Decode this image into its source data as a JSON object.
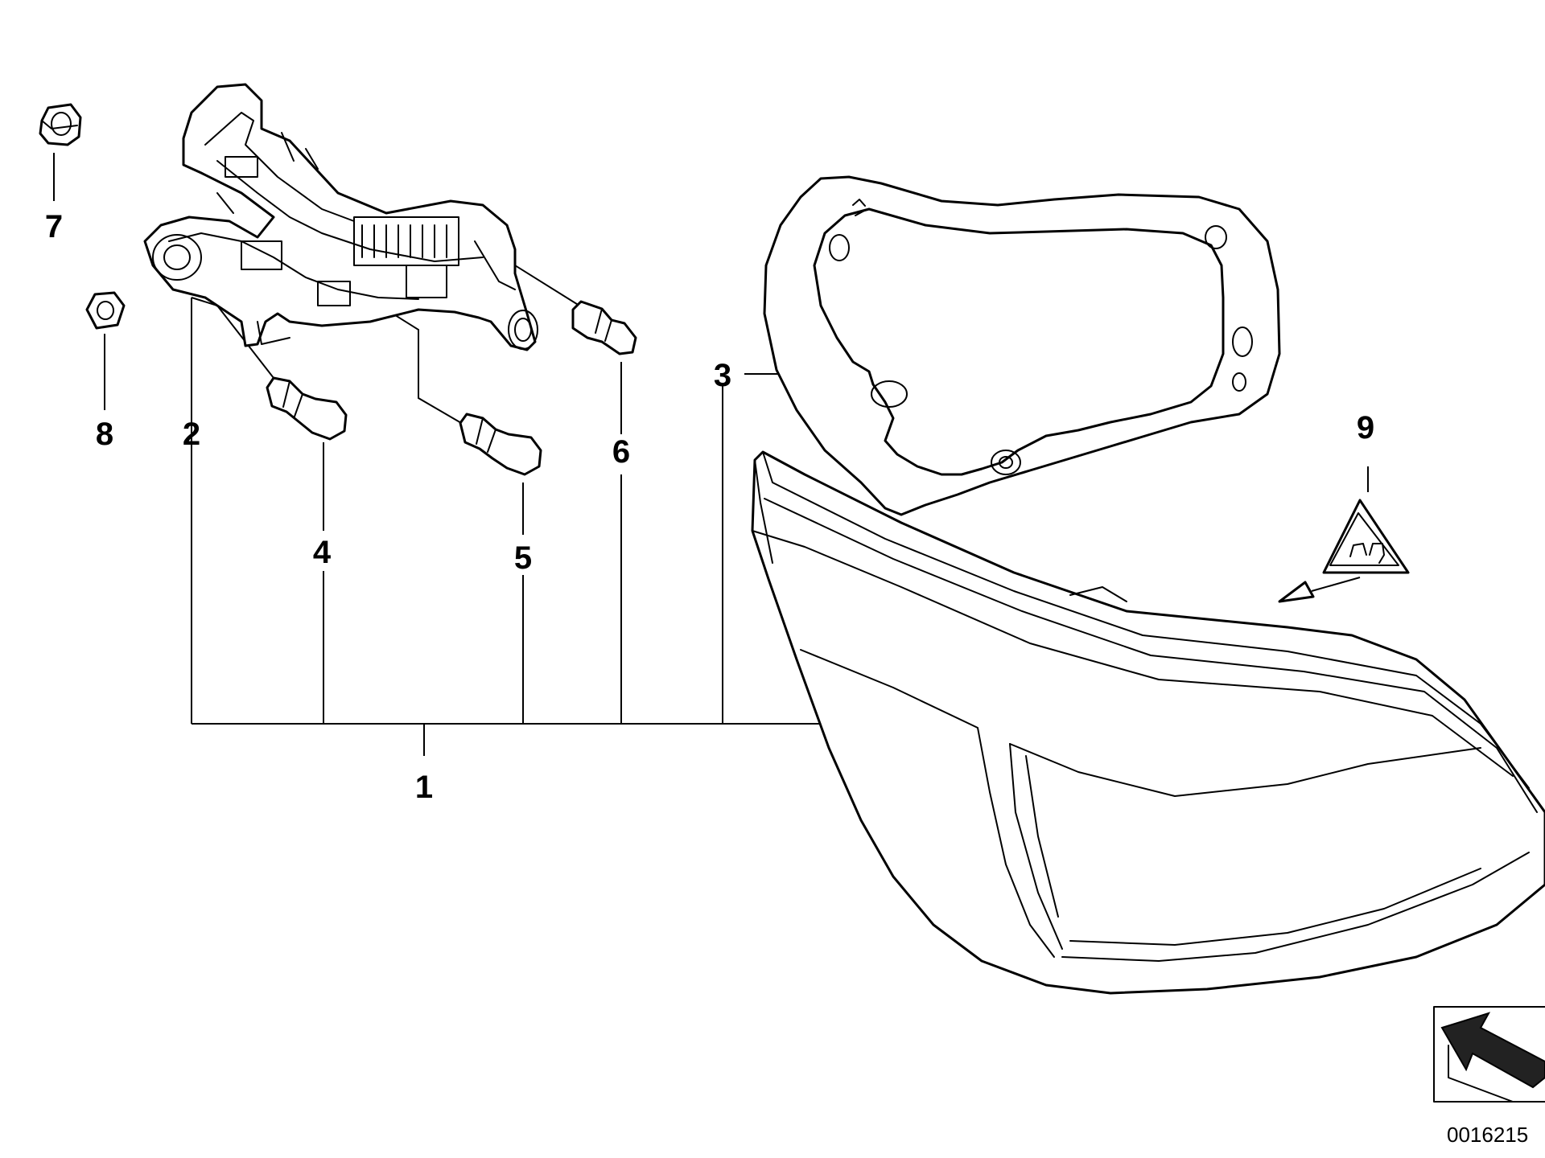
{
  "callouts": {
    "c1": "1",
    "c2": "2",
    "c3": "3",
    "c4": "4",
    "c5": "5",
    "c6": "6",
    "c7": "7",
    "c8": "8",
    "c9": "9"
  },
  "reference_number": "0016215",
  "colors": {
    "line": "#000000",
    "background": "#ffffff"
  },
  "icons": {
    "part_identifier": "arrow-icon",
    "warning_label": "hot-surface-warning-icon"
  }
}
